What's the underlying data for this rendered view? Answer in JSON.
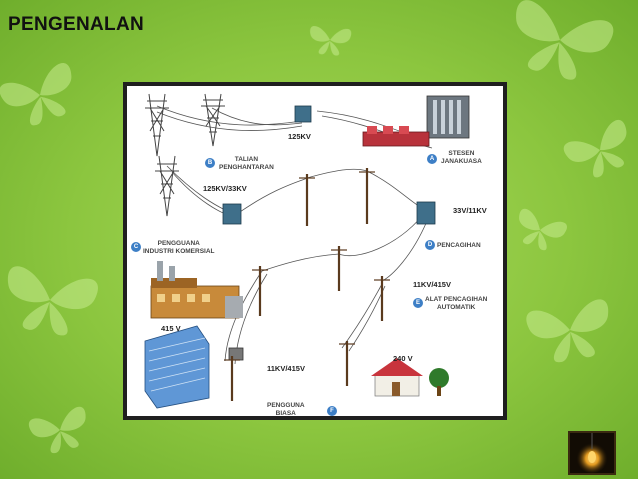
{
  "slide": {
    "title": "PENGENALAN"
  },
  "theme": {
    "background": "#8cc63f",
    "butterfly": "#c6ec8e",
    "panel_border": "#1f1f1f",
    "badge": "#3d7fc6",
    "voltage_text": "#c0262d"
  },
  "diagram": {
    "voltages": {
      "v125": "125KV",
      "v125_33": "125KV/33KV",
      "v33_11": "33V/11KV",
      "v11_415_a": "11KV/415V",
      "v415": "415 V",
      "v240": "240 V",
      "v11_415_b": "11KV/415V"
    },
    "components": [
      {
        "badge": "A",
        "label": "STESEN\nJANAKUASA"
      },
      {
        "badge": "B",
        "label": "TALIAN\nPENGHANTARAN"
      },
      {
        "badge": "C",
        "label": "PENGGUANA\nINDUSTRI KOMERSIAL"
      },
      {
        "badge": "D",
        "label": "PENCAGIHAN"
      },
      {
        "badge": "E",
        "label": "ALAT PENCAGIHAN\nAUTOMATIK"
      },
      {
        "badge": "F",
        "label": "PENGGUNA\nBIASA"
      }
    ]
  },
  "icons": {
    "decoration": "butterfly-icon",
    "corner": "light-bulb-icon"
  }
}
